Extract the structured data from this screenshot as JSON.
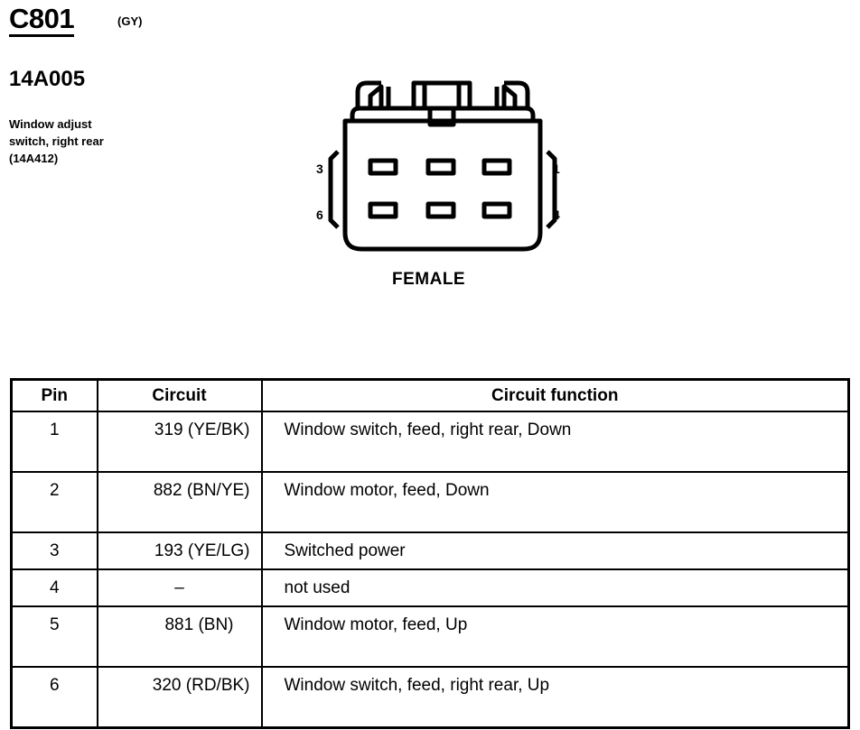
{
  "header": {
    "connector_id": "C801",
    "connector_color": "(GY)",
    "harness_number": "14A005",
    "description_lines": [
      "Window adjust",
      "switch, right rear",
      "(14A412)"
    ]
  },
  "diagram": {
    "pin_labels": {
      "top_left": "3",
      "bottom_left": "6",
      "top_right": "1",
      "bottom_right": "4"
    },
    "gender": "FEMALE"
  },
  "table": {
    "headers": {
      "pin": "Pin",
      "circuit": "Circuit",
      "function": "Circuit function"
    },
    "rows": [
      {
        "pin": "1",
        "circuit": "319 (YE/BK)",
        "function": "Window switch, feed, right rear, Down"
      },
      {
        "pin": "2",
        "circuit": "882 (BN/YE)",
        "function": "Window motor, feed, Down"
      },
      {
        "pin": "3",
        "circuit": "193 (YE/LG)",
        "function": "Switched power"
      },
      {
        "pin": "4",
        "circuit": "–",
        "function": "not used"
      },
      {
        "pin": "5",
        "circuit": "881 (BN)",
        "function": "Window motor, feed, Up"
      },
      {
        "pin": "6",
        "circuit": "320 (RD/BK)",
        "function": "Window switch, feed, right rear, Up"
      }
    ]
  }
}
